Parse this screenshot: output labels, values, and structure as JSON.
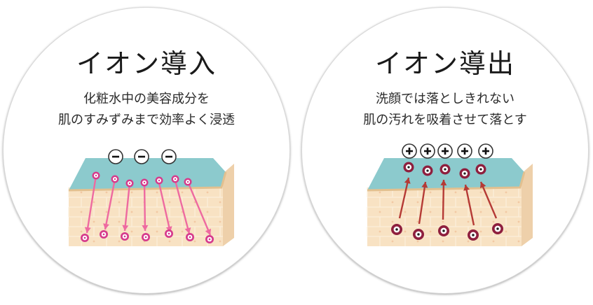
{
  "panels": [
    {
      "title": "イオン導入",
      "desc_line1": "化粧水中の美容成分を",
      "desc_line2": "肌のすみずみまで効率よく浸透",
      "ion_sign": "−",
      "direction": "inward",
      "colors": {
        "arrow": "#ee6aa0",
        "ion_ring": "#d63b8c",
        "skin_surface": "#8ccacd",
        "skin_body": "#f8e2c3"
      }
    },
    {
      "title": "イオン導出",
      "desc_line1": "洗顔では落としきれない",
      "desc_line2": "肌の汚れを吸着させて落とす",
      "ion_sign": "+",
      "direction": "outward",
      "colors": {
        "arrow": "#b53a35",
        "ion_ring": "#8e1f3e",
        "skin_surface": "#8ccacd",
        "skin_body": "#f8e2c3"
      }
    }
  ]
}
